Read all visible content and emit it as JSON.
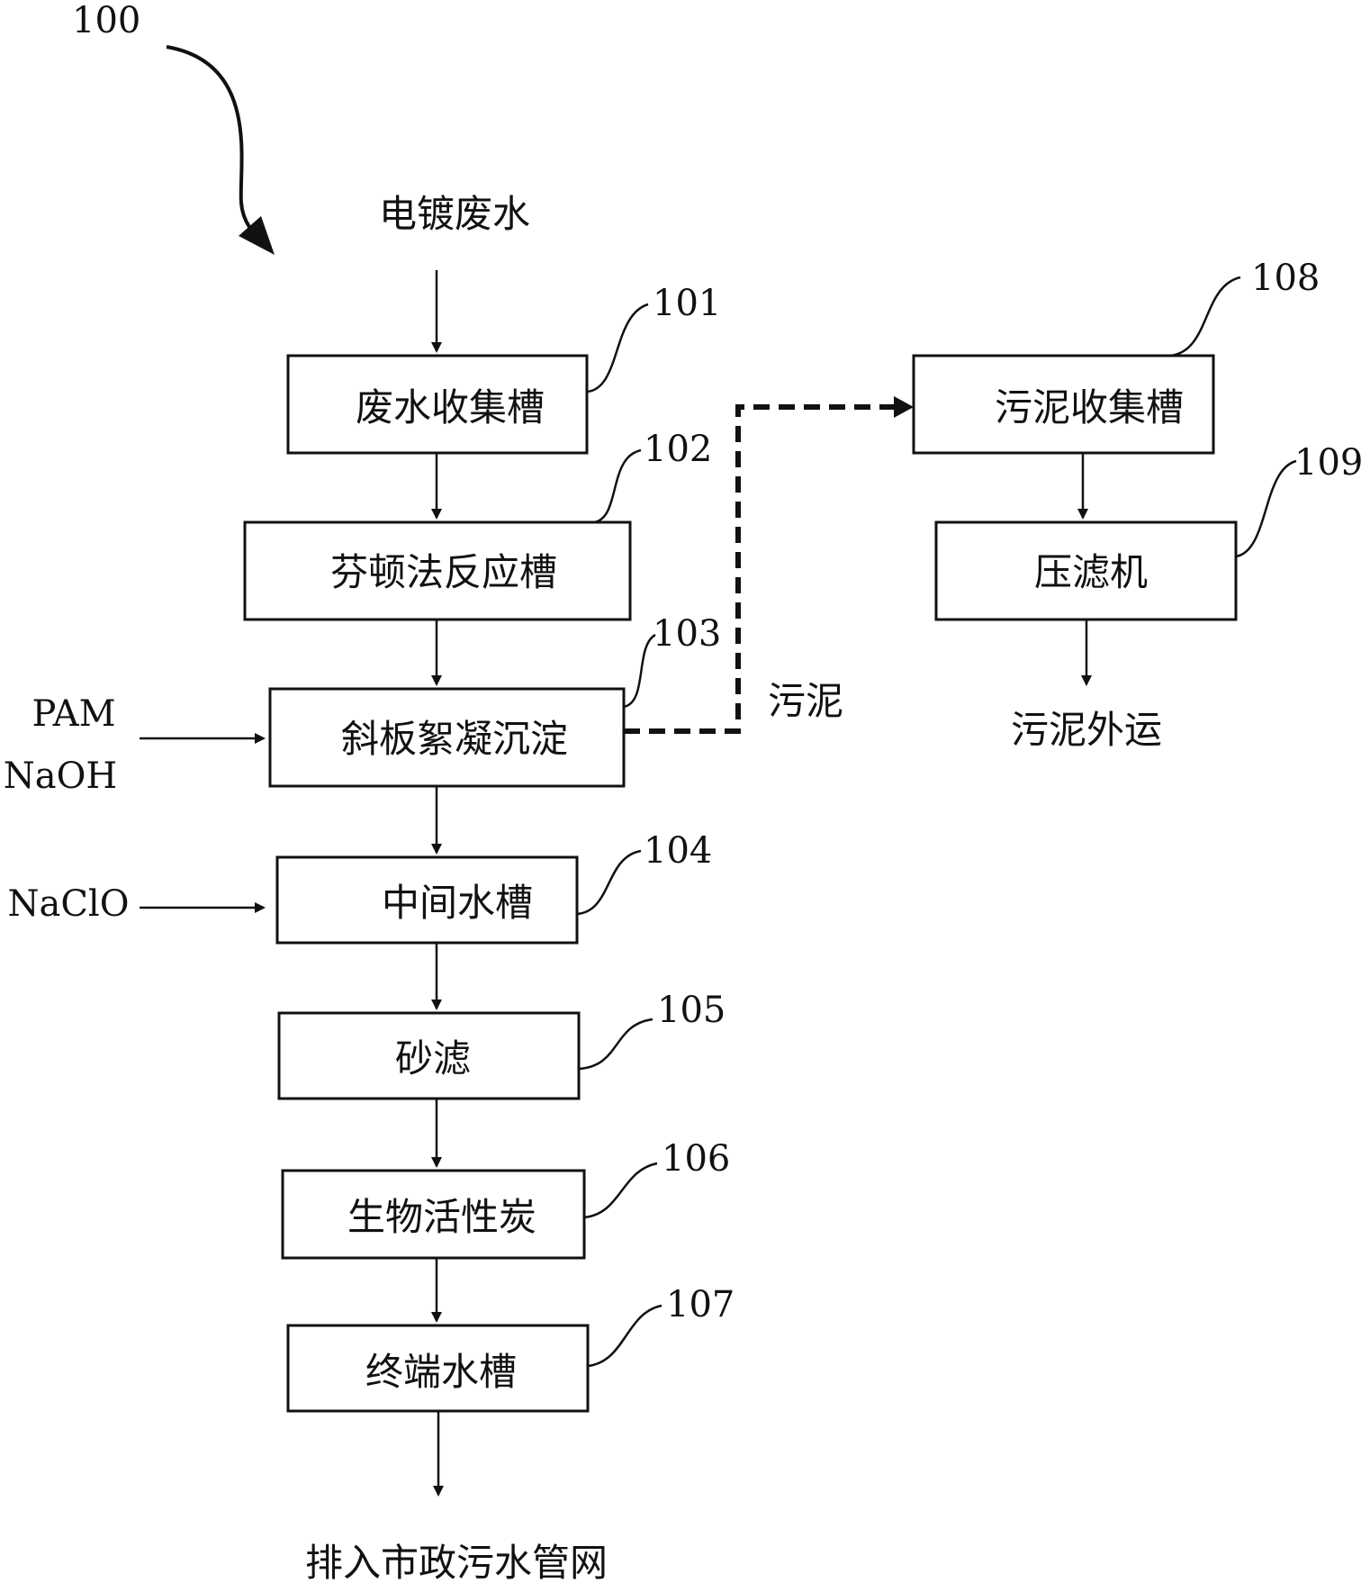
{
  "figure_label": "100",
  "input_label": "电镀废水",
  "output_label": "排入市政污水管网",
  "sludge_label": "污泥",
  "sludge_output_label": "污泥外运",
  "main_boxes": [
    {
      "ref": "101",
      "label": "废水收集槽"
    },
    {
      "ref": "102",
      "label": "芬顿法反应槽"
    },
    {
      "ref": "103",
      "label": "斜板絮凝沉淀"
    },
    {
      "ref": "104",
      "label": "中间水槽"
    },
    {
      "ref": "105",
      "label": "砂滤"
    },
    {
      "ref": "106",
      "label": "生物活性炭"
    },
    {
      "ref": "107",
      "label": "终端水槽"
    }
  ],
  "sludge_boxes": [
    {
      "ref": "108",
      "label": "污泥收集槽"
    },
    {
      "ref": "109",
      "label": "压滤机"
    }
  ],
  "additives": {
    "coagulant": [
      "PAM",
      "NaOH"
    ],
    "disinfectant": "NaClO"
  }
}
